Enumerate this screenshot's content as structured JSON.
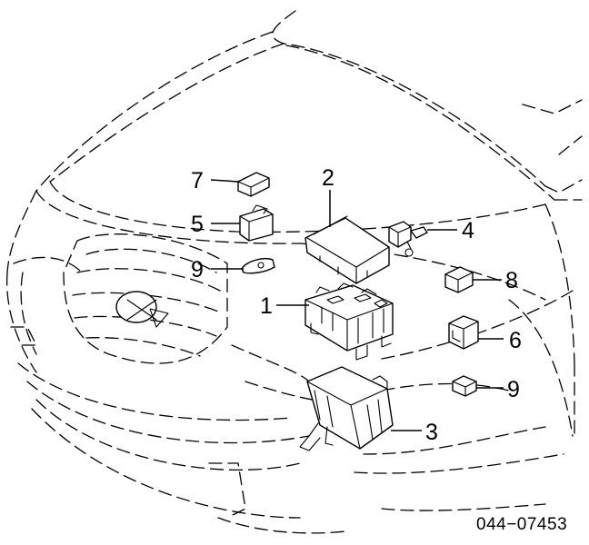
{
  "callouts": [
    {
      "id": "part-7",
      "label": "7"
    },
    {
      "id": "part-2",
      "label": "2"
    },
    {
      "id": "part-5",
      "label": "5"
    },
    {
      "id": "part-4",
      "label": "4"
    },
    {
      "id": "part-9a",
      "label": "9"
    },
    {
      "id": "part-8",
      "label": "8"
    },
    {
      "id": "part-1",
      "label": "1"
    },
    {
      "id": "part-6",
      "label": "6"
    },
    {
      "id": "part-9b",
      "label": "9"
    },
    {
      "id": "part-3",
      "label": "3"
    }
  ],
  "reference_number": "044−07453"
}
